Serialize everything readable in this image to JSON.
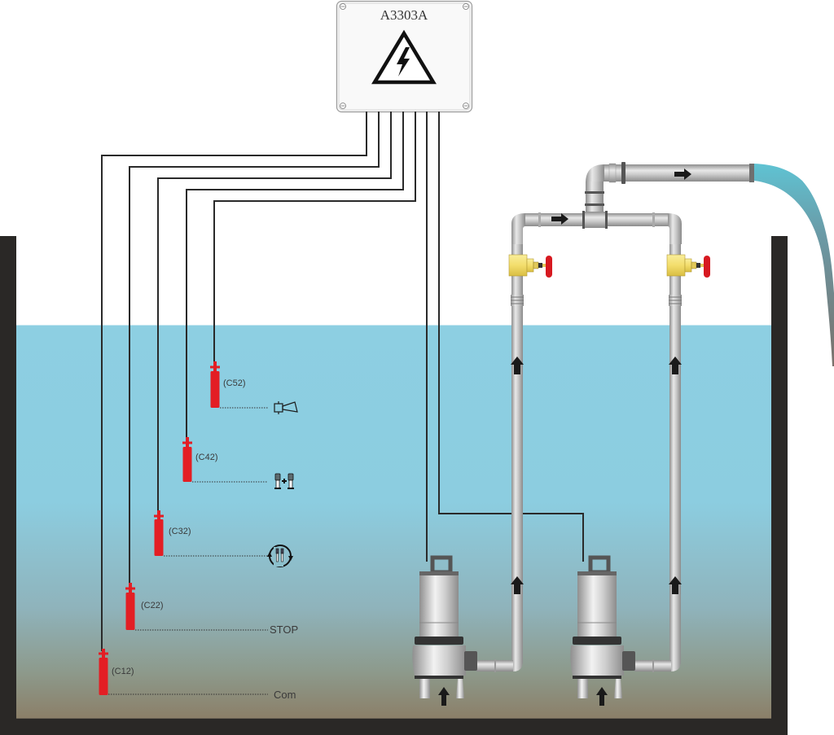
{
  "controller": {
    "model": "A3303A",
    "warning_icon": "high-voltage-warning-icon"
  },
  "sensors": [
    {
      "id": "C52",
      "label": "(C52)",
      "function_icon": "alarm-horn-icon",
      "function_text": ""
    },
    {
      "id": "C42",
      "label": "(C42)",
      "function_icon": "two-pumps-parallel-icon",
      "function_text": ""
    },
    {
      "id": "C32",
      "label": "(C32)",
      "function_icon": "pump-alternation-icon",
      "function_text": ""
    },
    {
      "id": "C22",
      "label": "(C22)",
      "function_icon": "",
      "function_text": "STOP"
    },
    {
      "id": "C12",
      "label": "(C12)",
      "function_icon": "",
      "function_text": "Com"
    }
  ],
  "pumps": [
    {
      "name": "pump-1"
    },
    {
      "name": "pump-2"
    }
  ],
  "colors": {
    "water_top": "#8ccfe2",
    "water_bottom": "#8a7d66",
    "tank_wall": "#2a2826",
    "float_switch": "#e31e24",
    "pipe": "#b8b8b8",
    "valve_body": "#f4e27a",
    "valve_handle": "#d71920",
    "wire": "#2a2a2a"
  }
}
